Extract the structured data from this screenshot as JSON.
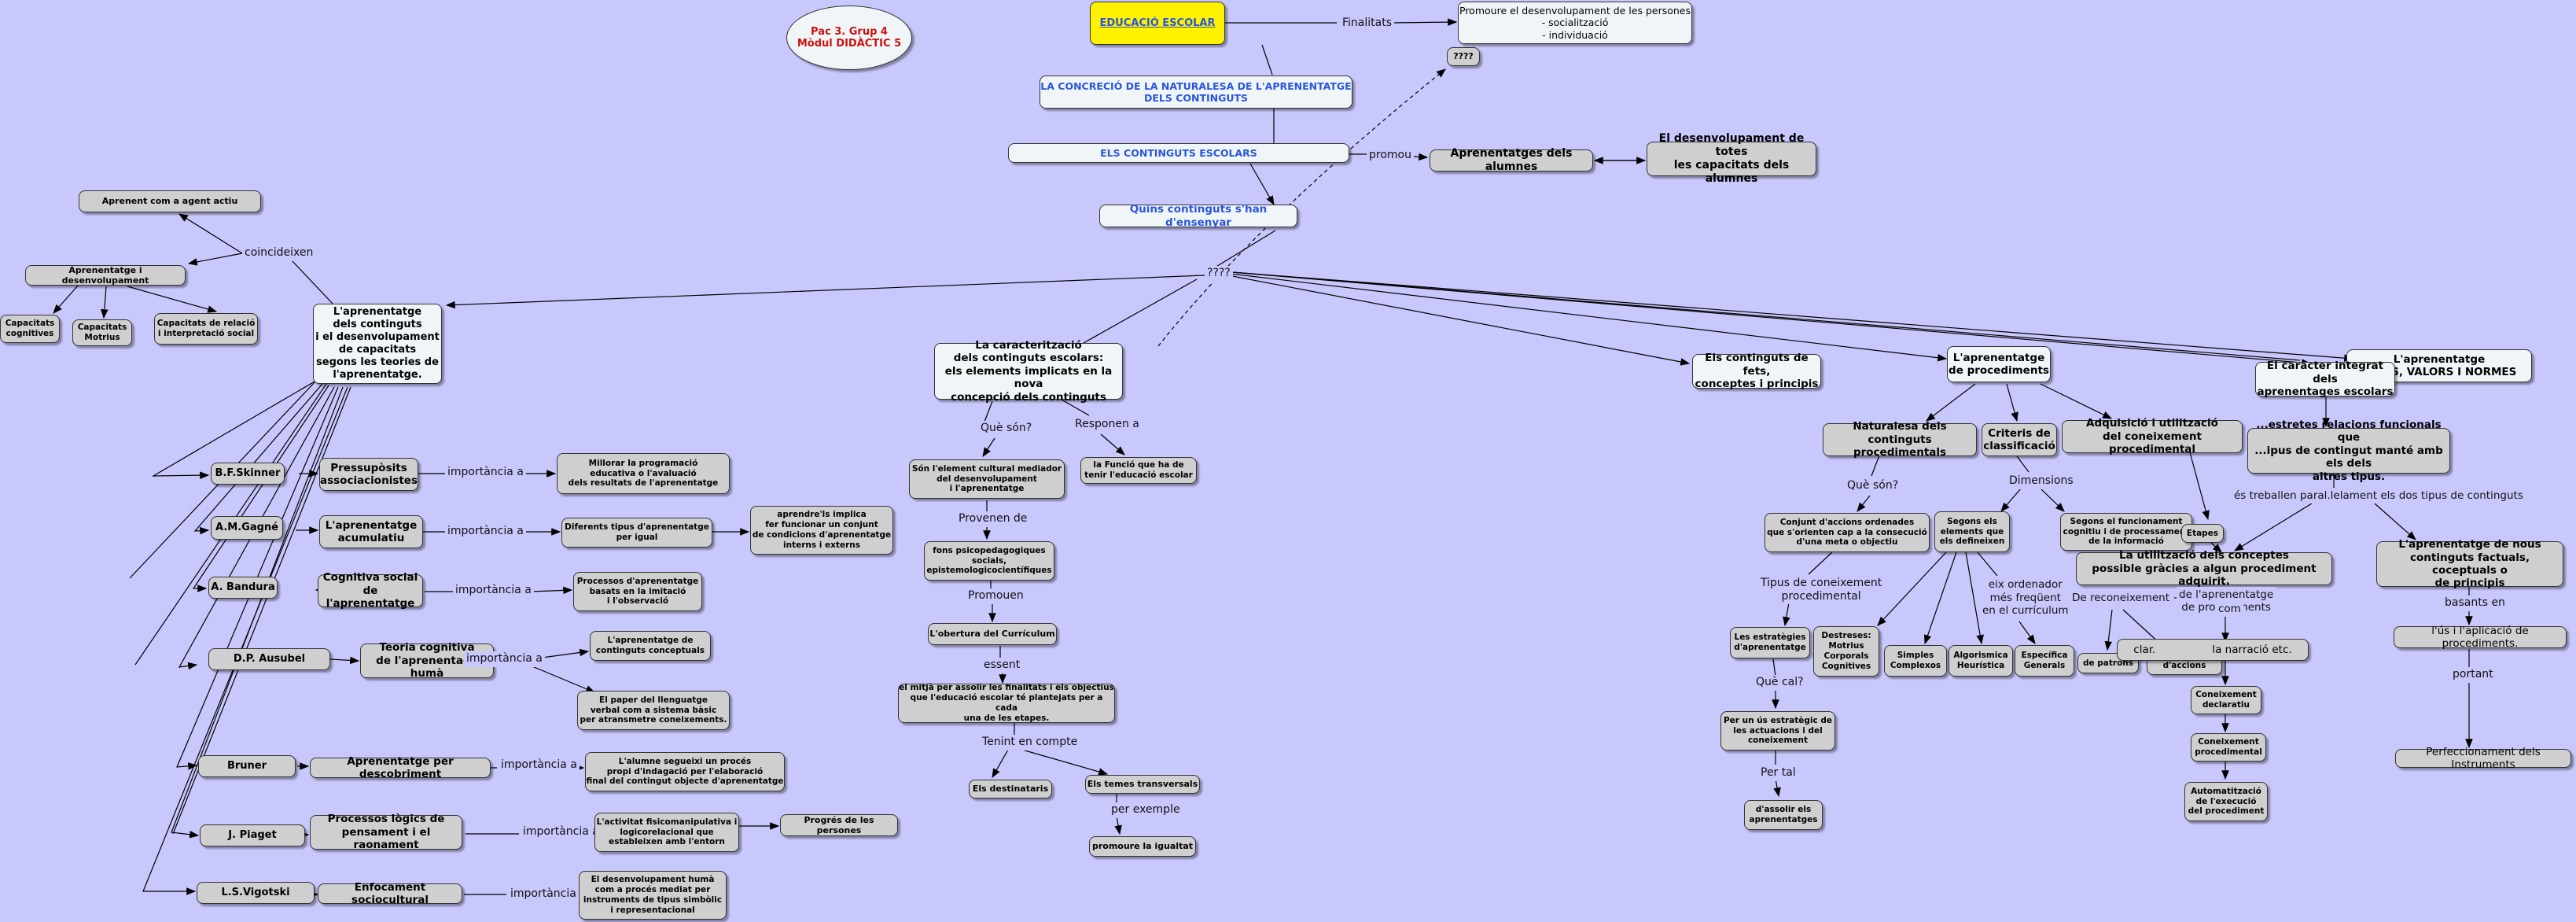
{
  "title": {
    "line1": "Pac 3. Grup 4",
    "line2": "Mòdul DIDÀCTIC 5"
  },
  "root": "EDUCACIÓ ESCOLAR",
  "finalitats": "Finalitats",
  "promoure": "Promoure el desenvolupament de les persones\n- socialització\n- individuació",
  "q4": "????",
  "concrecio": "LA CONCRECIÓ DE LA NATURALESA DE L'APRENENTATGE\nDELS CONTINGUTS",
  "continguts": "ELS CONTINGUTS ESCOLARS",
  "promou": "promou",
  "aprenentatges_alumnes": "Aprenentatges dels alumnes",
  "desenvolupament_capacitats": "El desenvolupament de totes\nles capacitats dels alumnes",
  "quins": "Quins continguts s'han d'ensenyar",
  "q4b": "????",
  "coincideixen": "coincideixen",
  "aprenent_actiu": "Aprenent com a agent actiu",
  "aprenentatge_desenvolupament": "Aprenentatge i desenvolupament",
  "cap_cognitives": "Capacitats\ncognitives",
  "cap_motrius": "Capacitats\nMotrius",
  "cap_relacio": "Capacitats de relació\ni interpretació social",
  "teories": "L'aprenentatge\ndels continguts\ni el desenvolupament\nde capacitats\nsegons les teories de\nl'aprenentatge.",
  "caracteritzacio": "La caracterització\ndels continguts escolars:\nels elements implicats en la nova\nconcepció dels continguts",
  "que_son": "Què són?",
  "responen": "Responen a",
  "element_cultural": "Són l'element cultural mediador\ndel desenvolupament\ni l'aprenentatge",
  "funcio": "la Funció que ha de\ntenir l'educació escolar",
  "provenen": "Provenen de",
  "fons": "fons psicopedagogiques\nsocials,\nepistemologicocientífiques",
  "promouen": "Promouen",
  "obertura": "L'obertura del Currículum",
  "essent": "essent",
  "mitja": "el mitjà per assolir les finalitats i els objectius\nque l'educació escolar té plantejats per a cada\nuna de les etapes.",
  "tenint": "Tenint en compte",
  "destinataris": "Els destinataris",
  "temes": "Els temes transversals",
  "per_exemple": "per exemple",
  "igualtat": "promoure la igualtat",
  "skinner": "B.F.Skinner",
  "pressuposits": "Pressupòsits\nassociacionistes",
  "imp": "importància a",
  "millorar": "Millorar la programació\neducativa o l'avaluació\ndels resultats de l'aprenentatge",
  "gagne": "A.M.Gagné",
  "acumulatiu": "L'aprenentatge\nacumulatiu",
  "diferents": "Diferents tipus d'aprenentatge\nper igual",
  "aprendre_implica": "aprendre'ls implica\nfer funcionar un conjunt\nde condicions d'aprenentatge\ninterns i externs",
  "bandura": "A. Bandura",
  "cognitiva_social": "Cognitiva social\nde l'aprenentatge",
  "processos_imitacio": "Processos d'aprenentatge\nbasats en la imitació\ni l'observació",
  "ausubel": "D.P. Ausubel",
  "teoria_cognitiva": "Teoria cognitiva\nde l'aprenentage humà",
  "conceptuals": "L'aprenentatge de\ncontinguts conceptuals",
  "llenguatge": "El paper del llenguatge\nverbal com a sistema bàsic\nper atransmetre coneixements.",
  "bruner": "Bruner",
  "descobriment": "Aprenentatge per descobriment",
  "alumne_segueix": "L'alumne segueixi un procés\npropi d'indagació per l'elaboració\nfinal del contingut objecte d'aprenentatge",
  "piaget": "J. Piaget",
  "processos_logics": "Processos lògics de\npensament i el raonament",
  "activitat": "L'activitat fisicomanipulativa i\nlogicorelacional que\nestableixen amb l'entorn",
  "progres": "Progrés de les persones",
  "vigotski": "L.S.Vigotski",
  "sociocultural": "Enfocament sociocultural",
  "humà": "El desenvolupament humà\ncom a procés mediat per\ninstruments de tipus simbòlic\ni representacional",
  "fets": "Els continguts de fets,\nconceptes i principis",
  "procediments": "L'aprenentatge\nde procediments",
  "naturalesa": "Naturalesa dels\ncontinguts procedimentals",
  "criteris": "Criteris de\nclassificació",
  "adquisicio": "Adquisició i utilització\ndel coneixement procedimental",
  "conjunt": "Conjunt d'accions ordenades\nque s'orienten cap a la consecució\nd'una meta o objectiu",
  "segons_elements": "Segons els\nelements que\nels defineixen",
  "segons_funcionament": "Segons el funcionament\ncognitiu i de processament\nde la informació",
  "dimensions": "Dimensions",
  "tipus_coneixement": "Tipus de coneixement\nprocedimental",
  "estrategies": "Les estratègies\nd'aprenentatge",
  "que_cal": "Què cal?",
  "us_estrategic": "Per un ús estratègic de\nles actuacions i del\nconeixement",
  "per_tal": "Per tal",
  "assolir": "d'assolir els\naprenentatges",
  "destreses": "Destreses:\nMotrius\nCorporals\nCognitives",
  "simples": "Simples\nComplexos",
  "algorismica": "Algorismica\nHeurística",
  "especifica": "Específica\nGenerals",
  "eix": "eix ordenador\nmés freqüent\nen el currículum",
  "etapes": "Etapes",
  "de_reconeixement": "De reconeixement",
  "aprenentatge_proc": "de l'aprenentatge\nde procediments",
  "com": "com",
  "patrons": "de patrons",
  "sequencies": "de seqüències\nd'accions",
  "clar": "clar.",
  "narracio": "la narració etc.",
  "declaratiu": "Coneixement\ndeclaratiu",
  "procedimental": "Coneixement\nprocedimental",
  "automatitzacio": "Automatització\nde l'execució\ndel procediment",
  "utilitzacio_conceptes": "La utilització dels conceptes\npossible gràcies a algun procediment adquirit.",
  "actituds": "L'aprenentatge\n...UDS, VALORS I NORMES",
  "caracter_integrat": "El caràcter integrat dels\naprenentages escolars",
  "estretes": "...estretes relacions funcionals que\n...ipus de contingut manté amb els dels\naltres tipus.",
  "treballen": "és treballen paral.lelament els dos tipus de continguts",
  "nous": "L'aprenentatge de nous\ncontinguts factuals, coceptuals o\nde principis",
  "basants": "basants en",
  "us_aplicacio": "l'ús i l'aplicació de procediments.",
  "portant": "portant",
  "perfeccionament": "Perfeccionament dels Instruments"
}
